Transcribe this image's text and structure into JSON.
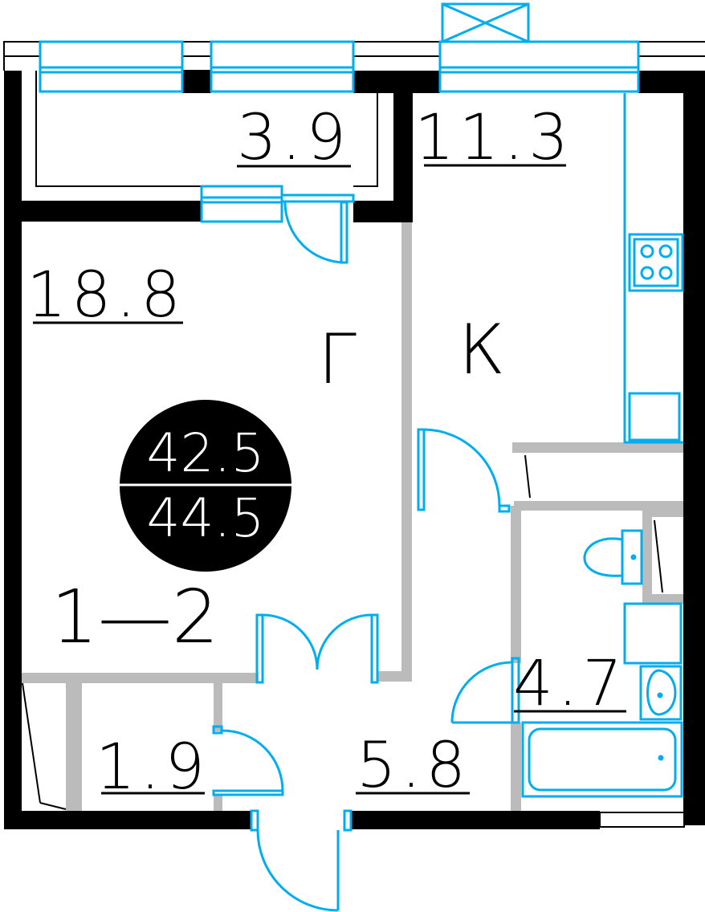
{
  "areas": {
    "balcony": "3.9",
    "kitchen": "11.3",
    "living": "18.8",
    "storage": "1.9",
    "hall": "5.8",
    "bathroom": "4.7"
  },
  "letters": {
    "hall": "Г",
    "kitchen": "К"
  },
  "apartment_type": "1—2",
  "badge": {
    "living_area": "42.5",
    "total_area": "44.5"
  },
  "colors": {
    "wall": "#000000",
    "partition": "#bbbbbb",
    "fixture": "#00aeef",
    "background": "#ffffff"
  }
}
